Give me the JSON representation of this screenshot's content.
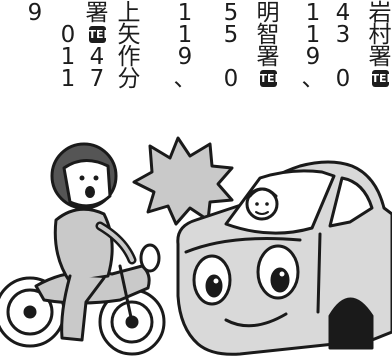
{
  "columns": [
    {
      "id": "c1",
      "chars": [
        "9"
      ]
    },
    {
      "id": "c2",
      "chars": [
        "",
        "0",
        "1",
        "1"
      ]
    },
    {
      "id": "c3",
      "chars": [
        "署",
        "TEL",
        "4",
        "7"
      ]
    },
    {
      "id": "c4",
      "chars": [
        "上",
        "矢",
        "作",
        "分"
      ]
    },
    {
      "id": "c5",
      "chars": [
        "1",
        "1",
        "9",
        "、"
      ]
    },
    {
      "id": "c6",
      "chars": [
        "5",
        "5",
        "",
        "0"
      ]
    },
    {
      "id": "c7",
      "chars": [
        "明",
        "智",
        "署",
        "TEL"
      ]
    },
    {
      "id": "c8",
      "chars": [
        "1",
        "1",
        "9",
        "、"
      ]
    },
    {
      "id": "c9",
      "chars": [
        "4",
        "3",
        "",
        "0"
      ]
    },
    {
      "id": "c10",
      "chars": [
        "岩",
        "村",
        "署",
        "TEL"
      ]
    }
  ],
  "colors": {
    "text": "#1c1c1c",
    "line": "#1a1a1a",
    "fill_gray": "#c9c9c9",
    "helmet_gray": "#555555"
  },
  "illustration": {
    "icons": [
      "motorcycle-rider-icon",
      "car-icon",
      "crash-burst-icon"
    ]
  }
}
